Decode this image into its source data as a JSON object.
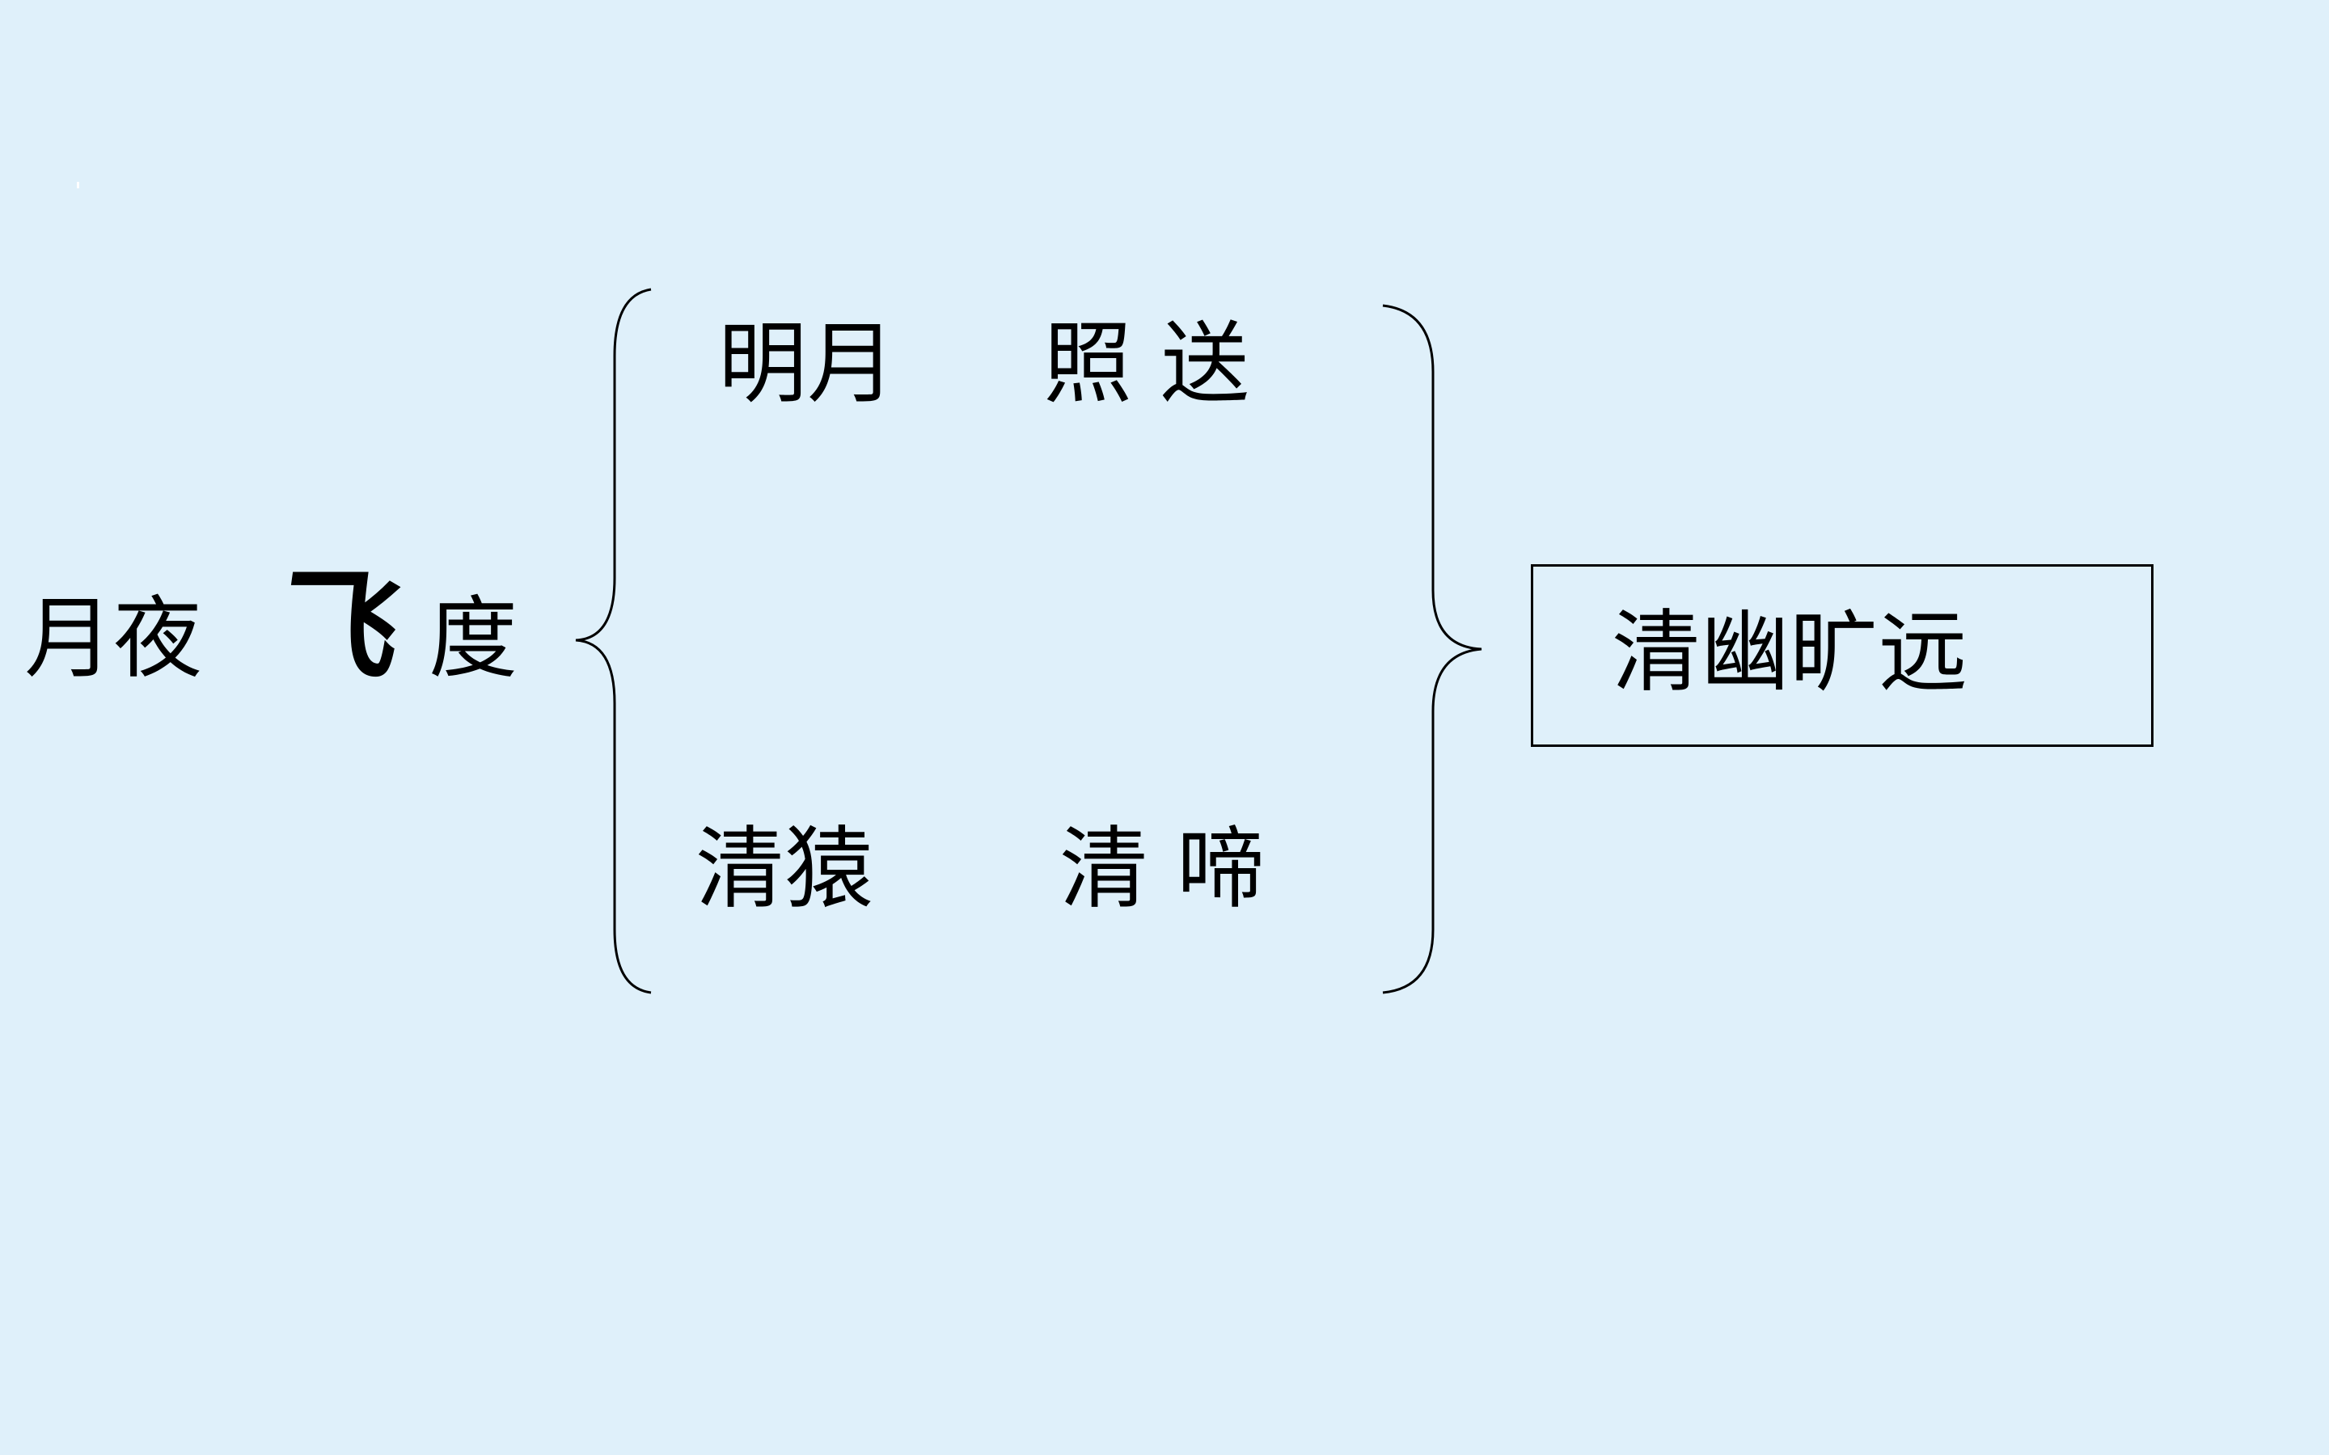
{
  "diagram": {
    "left": {
      "part1": "月夜",
      "part2": "飞",
      "part3": "度"
    },
    "top_row": {
      "subject": "明月",
      "action": "照 送"
    },
    "bottom_row": {
      "subject": "清猿",
      "action": "清 啼"
    },
    "result": "清幽旷远"
  }
}
